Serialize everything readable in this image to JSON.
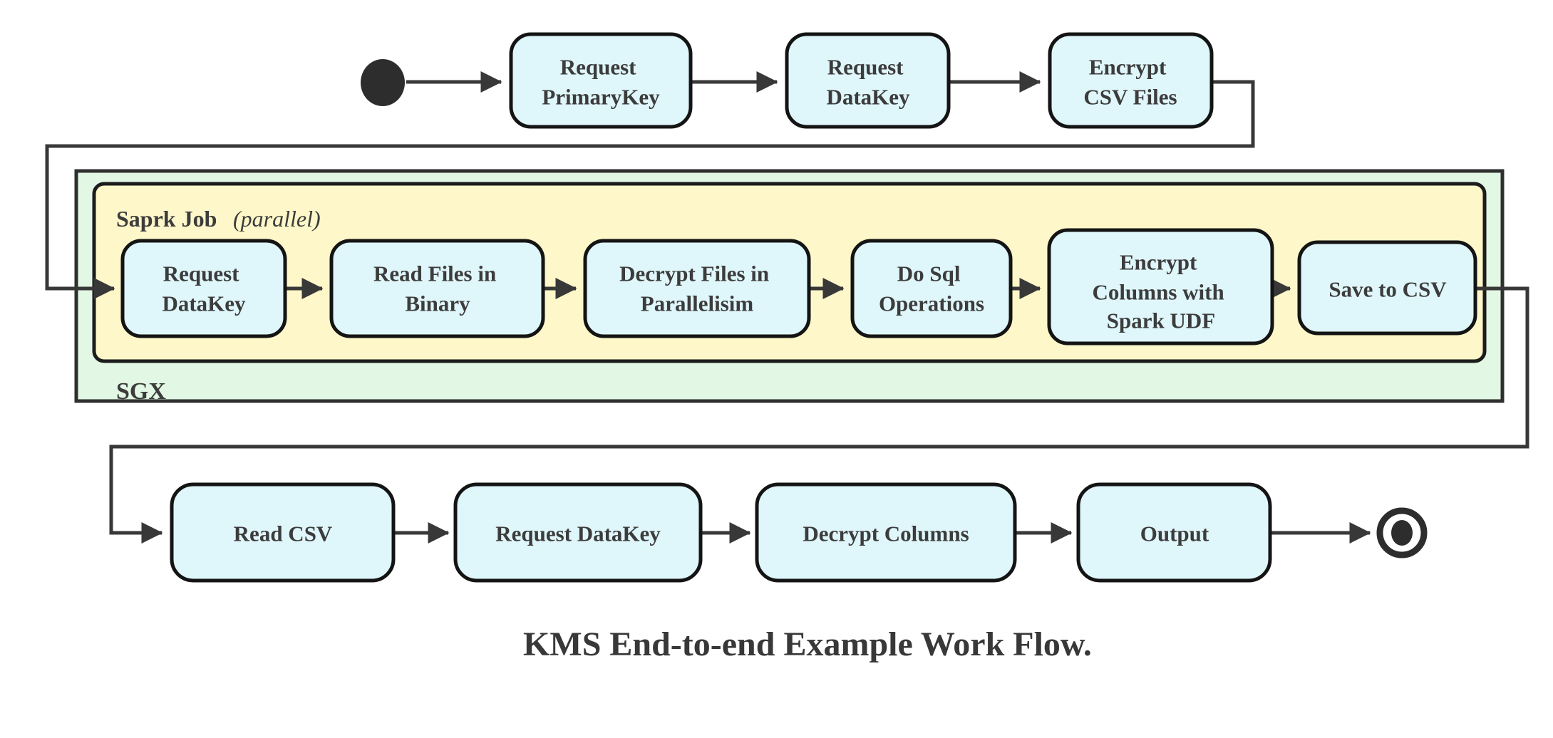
{
  "flow": {
    "caption": "KMS End-to-end Example Work Flow.",
    "row1": [
      {
        "id": "request-primarykey",
        "lines": [
          "Request",
          "PrimaryKey"
        ]
      },
      {
        "id": "request-datakey",
        "lines": [
          "Request",
          "DataKey"
        ]
      },
      {
        "id": "encrypt-csv-files",
        "lines": [
          "Encrypt",
          "CSV Files"
        ]
      }
    ],
    "sgx": {
      "label": "SGX",
      "spark_job": {
        "label_bold": "Saprk Job",
        "label_italic": "(parallel)"
      }
    },
    "row2": [
      {
        "id": "request-datakey-sgx",
        "lines": [
          "Request",
          "DataKey"
        ]
      },
      {
        "id": "read-files-in-binary",
        "lines": [
          "Read Files in",
          "Binary"
        ]
      },
      {
        "id": "decrypt-files-in-parallelisim",
        "lines": [
          "Decrypt Files in",
          "Parallelisim"
        ]
      },
      {
        "id": "do-sql-operations",
        "lines": [
          "Do Sql",
          "Operations"
        ]
      },
      {
        "id": "encrypt-columns-with-spark-udf",
        "lines": [
          "Encrypt",
          "Columns with",
          "Spark UDF"
        ]
      },
      {
        "id": "save-to-csv",
        "lines": [
          "Save to CSV"
        ]
      }
    ],
    "row3": [
      {
        "id": "read-csv",
        "lines": [
          "Read CSV"
        ]
      },
      {
        "id": "request-datakey-client",
        "lines": [
          "Request DataKey"
        ]
      },
      {
        "id": "decrypt-columns",
        "lines": [
          "Decrypt Columns"
        ]
      },
      {
        "id": "output",
        "lines": [
          "Output"
        ]
      }
    ],
    "colors": {
      "node_fill": "#dff6fa",
      "node_border": "#141414",
      "line": "#383838",
      "sgx_fill": "#e2f8e4",
      "sgx_border": "#2f2f2f",
      "spark_fill": "#fdf7c9",
      "spark_border": "#1c1c1c",
      "text": "#3c3c3c"
    }
  }
}
